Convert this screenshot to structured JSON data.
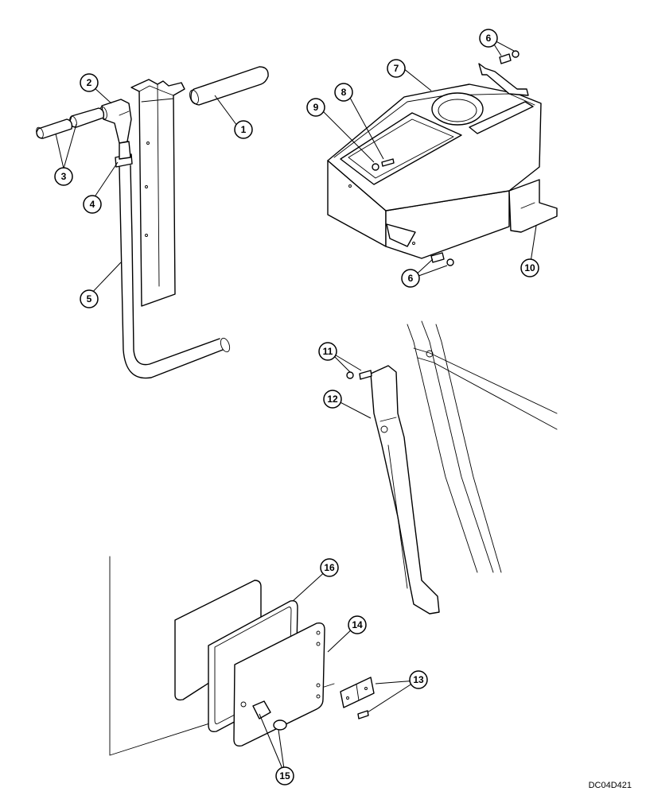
{
  "callouts": {
    "c1": "1",
    "c2": "2",
    "c3": "3",
    "c4": "4",
    "c5": "5",
    "c6a": "6",
    "c6b": "6",
    "c7": "7",
    "c8": "8",
    "c9": "9",
    "c10": "10",
    "c11": "11",
    "c12": "12",
    "c13": "13",
    "c14": "14",
    "c15": "15",
    "c16": "16"
  },
  "reference_code": "DC04D421"
}
